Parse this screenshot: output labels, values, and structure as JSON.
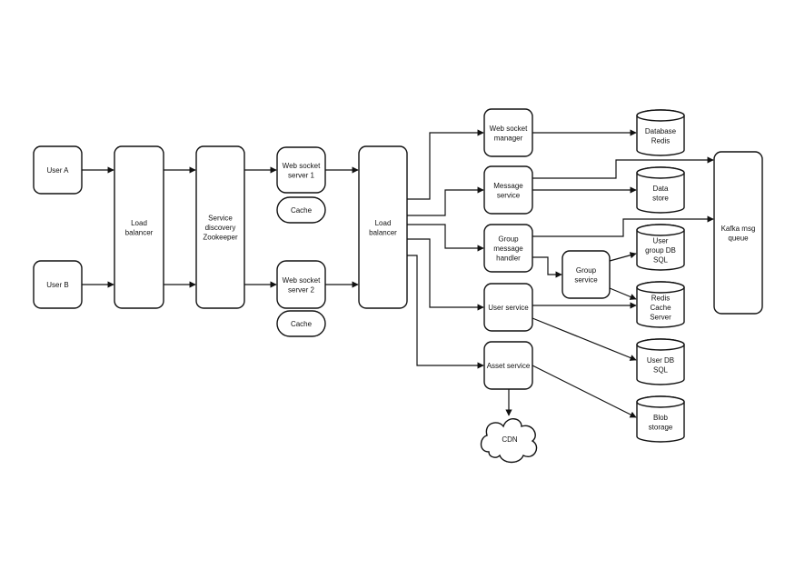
{
  "diagram": {
    "colors": {
      "stroke": "#111111",
      "fill": "#ffffff",
      "background": "#ffffff",
      "text": "#111111"
    },
    "nodes": {
      "user_a": "User A",
      "user_b": "User B",
      "lb1": [
        "Load",
        "balancer"
      ],
      "zookeeper": [
        "Service",
        "discovery",
        "Zookeeper"
      ],
      "ws1": [
        "Web socket",
        "server 1"
      ],
      "cache1": "Cache",
      "ws2": [
        "Web socket",
        "server 2"
      ],
      "cache2": "Cache",
      "lb2": [
        "Load",
        "balancer"
      ],
      "ws_manager": [
        "Web socket",
        "manager"
      ],
      "message_service": [
        "Message",
        "service"
      ],
      "group_handler": [
        "Group",
        "message",
        "handler"
      ],
      "group_service": [
        "Group",
        "service"
      ],
      "user_service": "User service",
      "asset_service": "Asset service",
      "cdn": "CDN",
      "db_redis": [
        "Database",
        "Redis"
      ],
      "data_store": [
        "Data",
        "store"
      ],
      "user_group_db": [
        "User",
        "group DB",
        "SQL"
      ],
      "redis_cache": [
        "Redis",
        "Cache",
        "Server"
      ],
      "user_db": [
        "User DB",
        "SQL"
      ],
      "blob": [
        "Blob",
        "storage"
      ],
      "kafka": [
        "Kafka msg",
        "queue"
      ]
    }
  }
}
